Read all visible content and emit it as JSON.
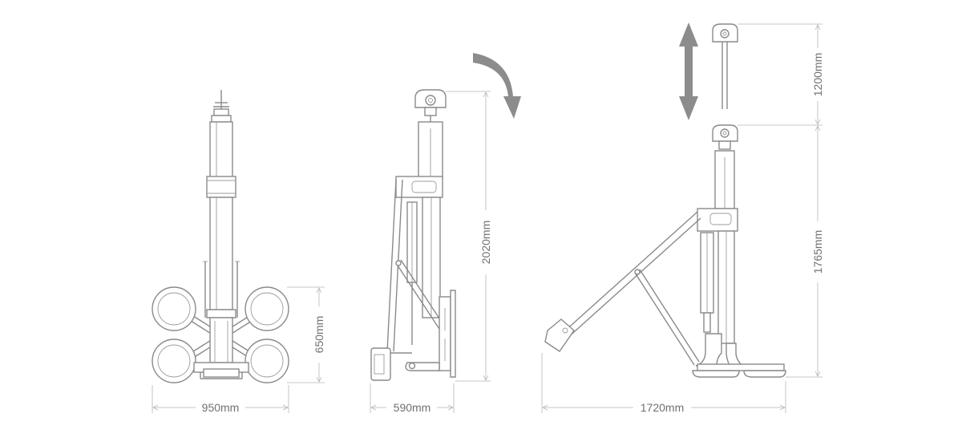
{
  "colors": {
    "line": "#8a8a8a",
    "dimension_line": "#b5b5b5",
    "arrow": "#8c8c8c",
    "text": "#707070",
    "background": "#ffffff"
  },
  "views": {
    "front": {
      "width_label": "950mm",
      "height_label": "650mm"
    },
    "side": {
      "width_label": "590mm",
      "height_label": "2020mm"
    },
    "extended": {
      "width_label": "1720mm",
      "height_label": "1765mm",
      "stroke_label": "1200mm"
    }
  }
}
